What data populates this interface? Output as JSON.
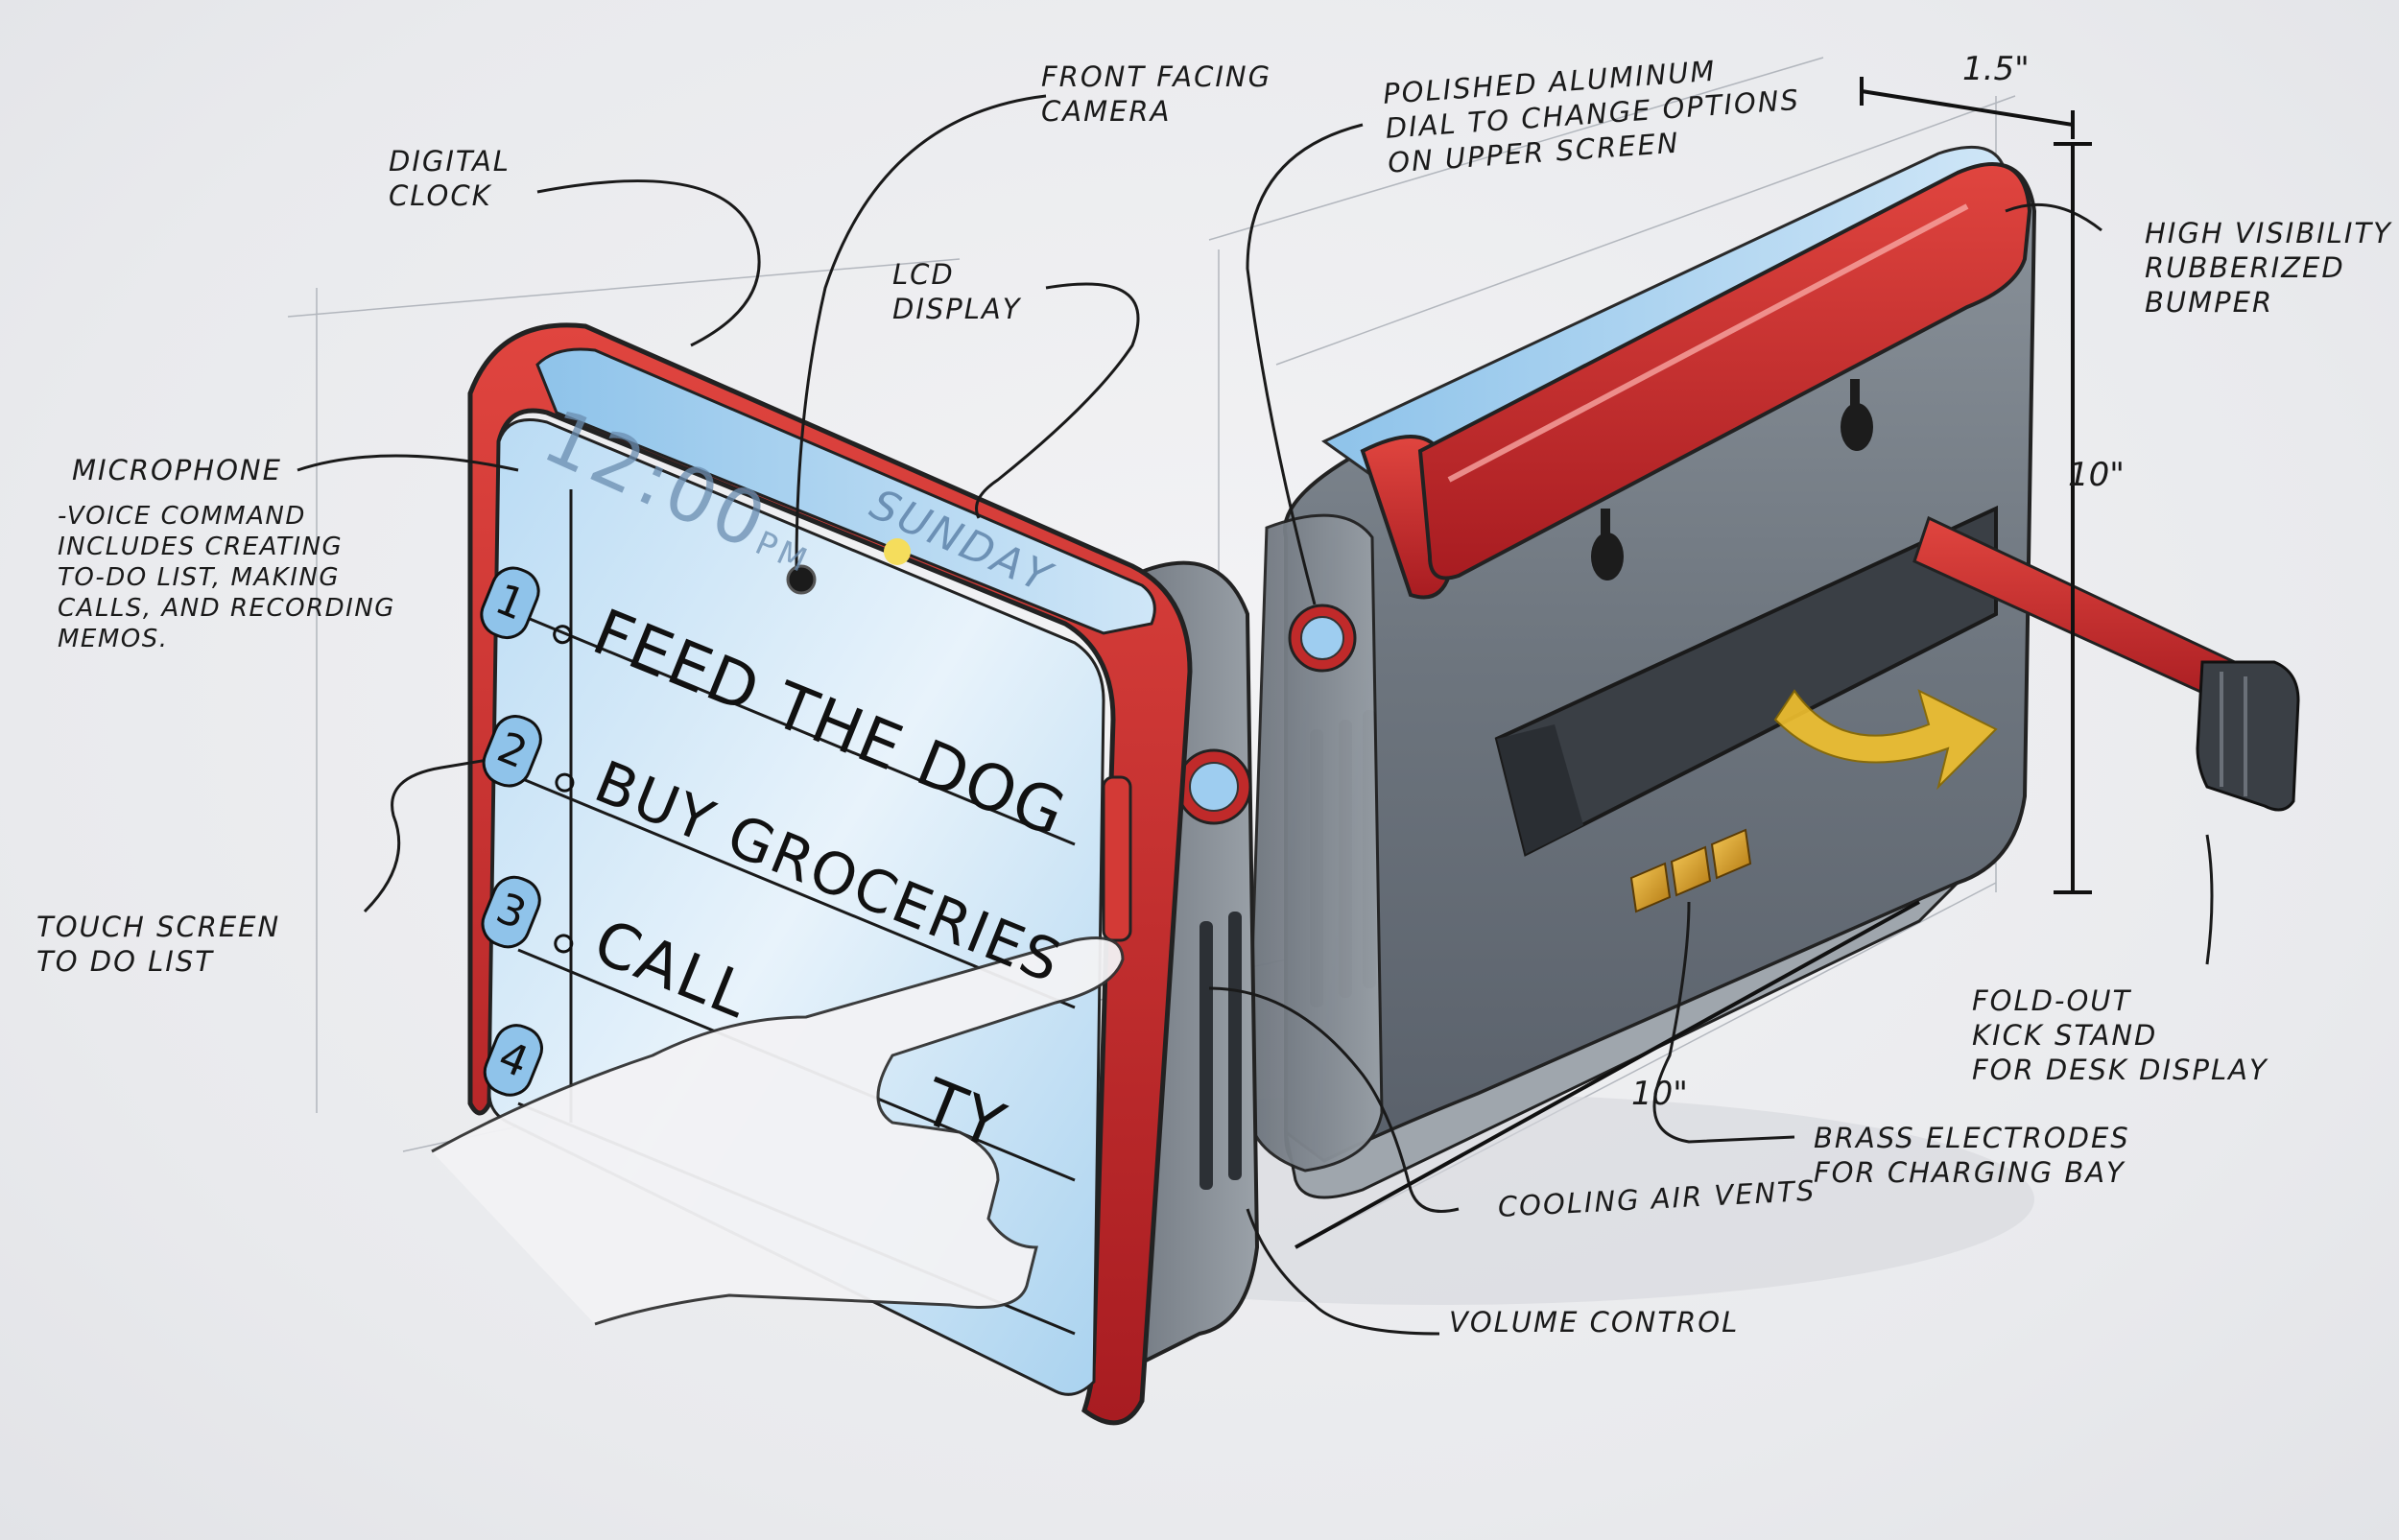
{
  "labels": {
    "digital_clock": "DIGITAL\nCLOCK",
    "front_camera": "FRONT FACING\nCAMERA",
    "polished_dial": "POLISHED ALUMINUM\nDIAL TO CHANGE OPTIONS\nON UPPER SCREEN",
    "lcd_display": "LCD\nDISPLAY",
    "high_visibility": "HIGH VISIBILITY\nRUBBERIZED\nBUMPER",
    "microphone_title": "MICROPHONE",
    "microphone_desc": "-VOICE COMMAND\nINCLUDES CREATING\nTO-DO LIST, MAKING\nCALLS, AND RECORDING\nMEMOS.",
    "touch_screen": "TOUCH SCREEN\nTO DO LIST",
    "fold_out": "FOLD-OUT\nKICK STAND\nFOR DESK DISPLAY",
    "brass": "BRASS ELECTRODES\nFOR CHARGING BAY",
    "cooling": "COOLING AIR VENTS",
    "volume": "VOLUME CONTROL"
  },
  "dimensions": {
    "depth": "1.5\"",
    "height": "10\"",
    "width": "10\""
  },
  "screen": {
    "clock": "12:00",
    "clock_suffix": "PM",
    "day": "SUNDAY",
    "todo": [
      {
        "num": "1",
        "text": "FEED THE DOG"
      },
      {
        "num": "2",
        "text": "BUY GROCERIES"
      },
      {
        "num": "3",
        "text": "CALL"
      },
      {
        "num": "4",
        "text": "TY"
      }
    ]
  },
  "colors": {
    "bumper_red": "#c8262a",
    "screen_blue": "#8fc3ea",
    "body_gray": "#7f8790",
    "brass": "#e0a428",
    "kick_yellow": "#f2c12e"
  }
}
